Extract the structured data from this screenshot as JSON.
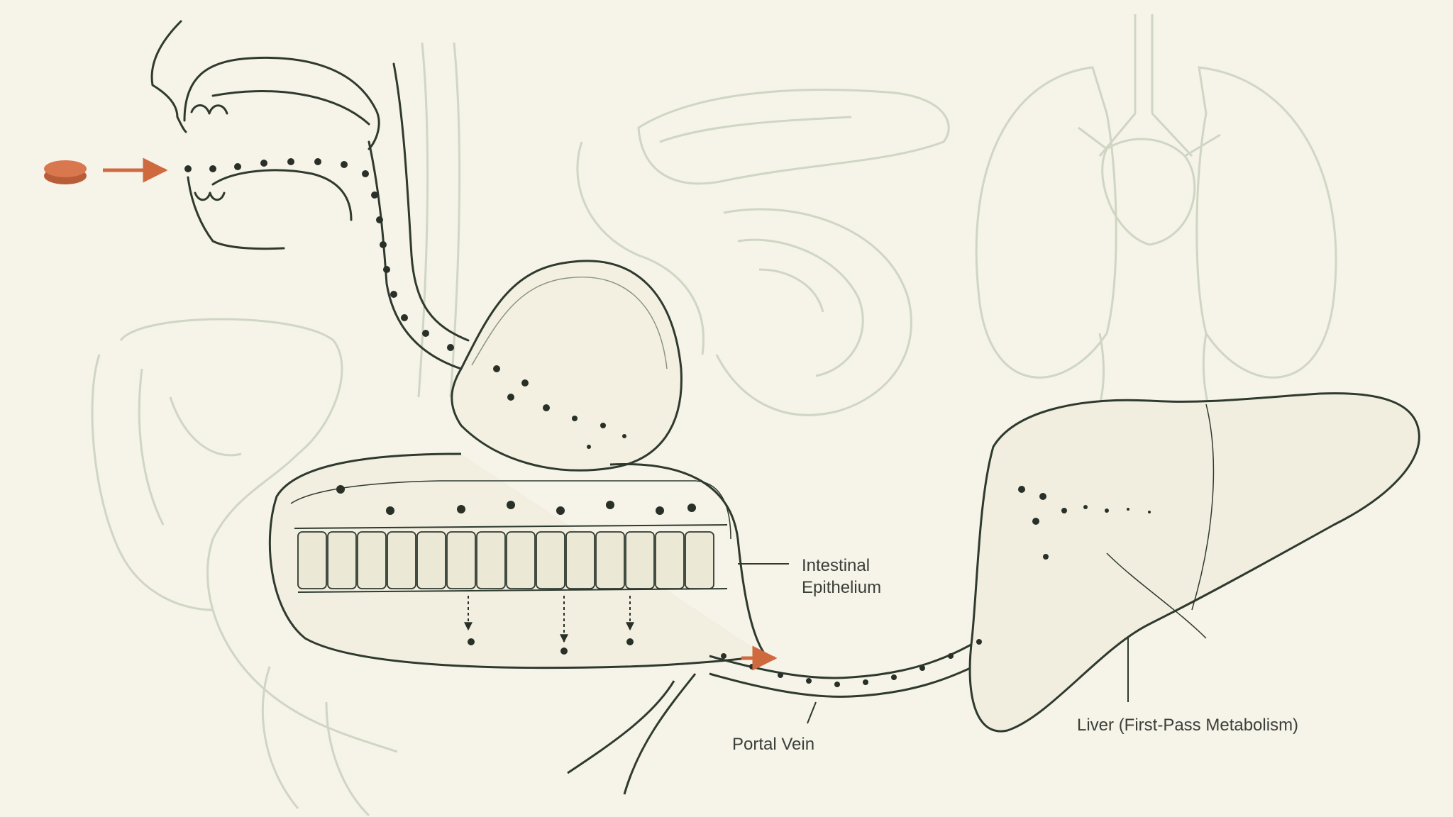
{
  "labels": {
    "intestinal_epithelium_line1": "Intestinal",
    "intestinal_epithelium_line2": "Epithelium",
    "portal_vein": "Portal Vein",
    "liver": "Liver (First-Pass Metabolism)"
  },
  "colors": {
    "background": "#f6f3e8",
    "ink": "#2f3a2f",
    "faint_organ": "#c9d1bd",
    "tablet": "#d9774f",
    "arrow": "#cf6a3f",
    "molecule": "#283028"
  },
  "icons": [
    "pill-icon",
    "molecule-icon",
    "arrow-icon"
  ]
}
